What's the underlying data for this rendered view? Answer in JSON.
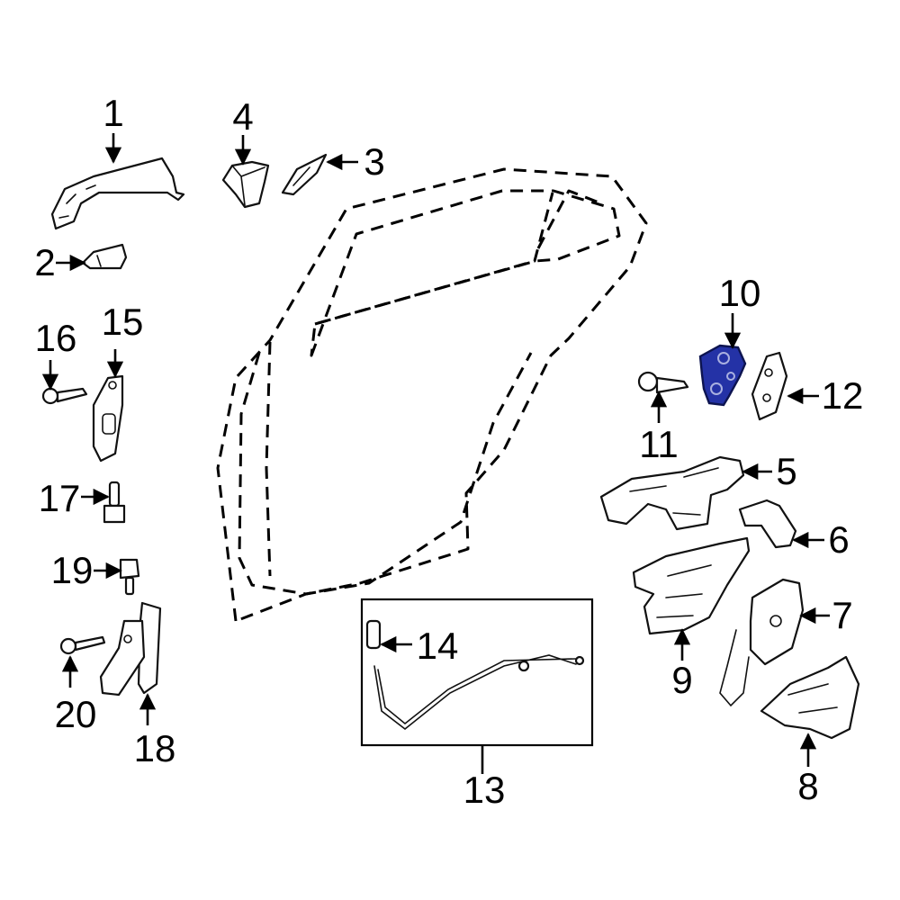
{
  "diagram": {
    "highlight_color": "#2432a6",
    "line_color": "#000000",
    "background": "#ffffff",
    "callouts": {
      "c1": "1",
      "c2": "2",
      "c3": "3",
      "c4": "4",
      "c5": "5",
      "c6": "6",
      "c7": "7",
      "c8": "8",
      "c9": "9",
      "c10": "10",
      "c11": "11",
      "c12": "12",
      "c13": "13",
      "c14": "14",
      "c15": "15",
      "c16": "16",
      "c17": "17",
      "c18": "18",
      "c19": "19",
      "c20": "20"
    },
    "highlighted_part": "10"
  }
}
